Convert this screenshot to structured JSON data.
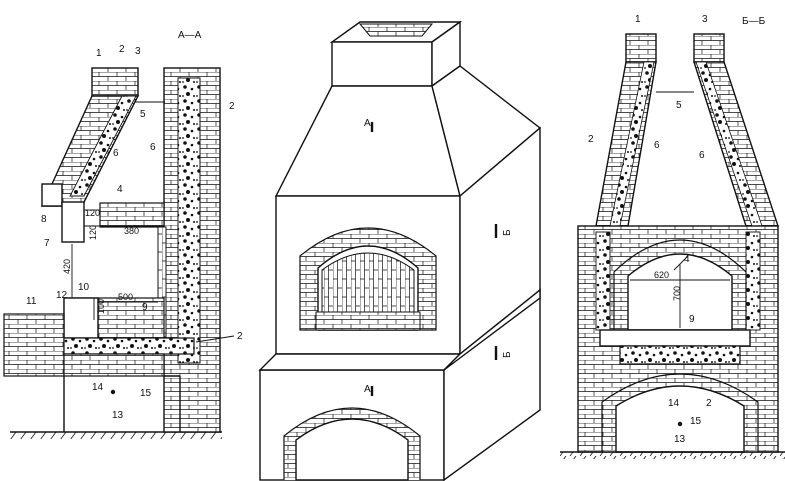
{
  "section_left": "А—А",
  "section_right": "Б—Б",
  "mid_cut_a": "А",
  "mid_cut_b": "Б",
  "callouts": {
    "c1": "1",
    "c2": "2",
    "c3": "3",
    "c4": "4",
    "c5": "5",
    "c6": "6",
    "c7": "7",
    "c8": "8",
    "c9": "9",
    "c10": "10",
    "c11": "11",
    "c12": "12",
    "c13": "13",
    "c14": "14",
    "c15": "15"
  },
  "dims": {
    "d120a": "120",
    "d120b": "120",
    "d380": "380",
    "d420": "420",
    "d500": "500",
    "d100": "100",
    "d620": "620",
    "d700": "700"
  }
}
